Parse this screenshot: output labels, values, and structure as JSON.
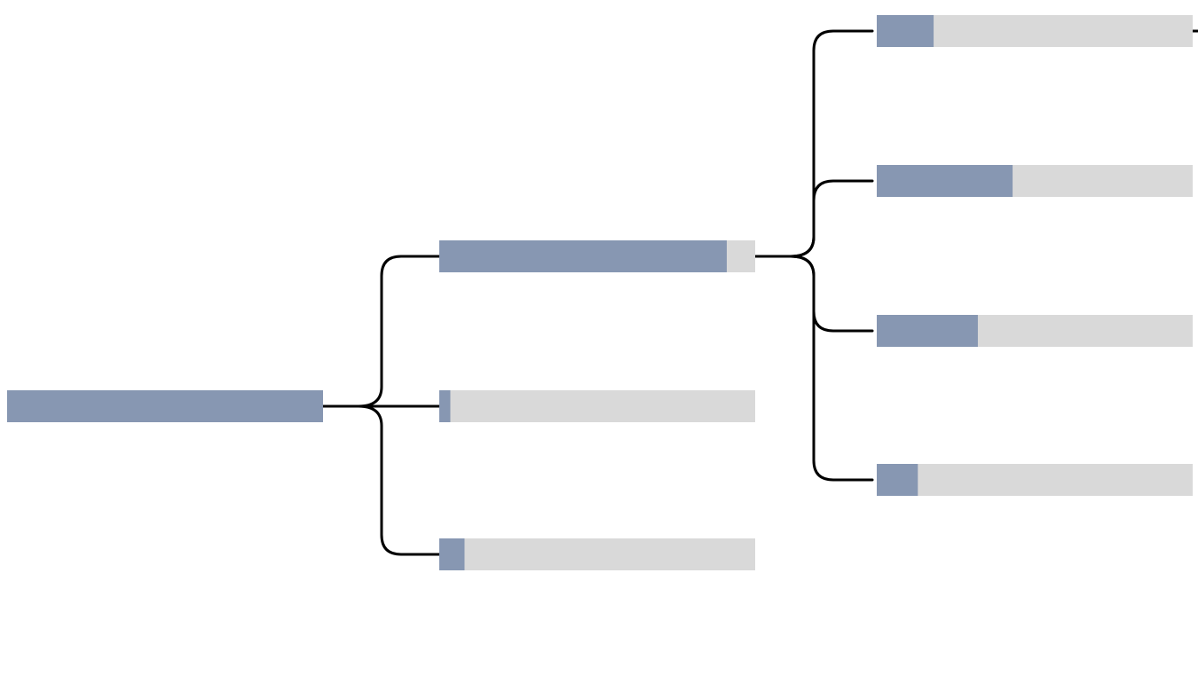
{
  "colors": {
    "fill": "#8797b2",
    "track": "#d9d9d9",
    "connector": "#000000",
    "background": "#ffffff"
  },
  "tree": {
    "root": {
      "fraction": 1.0
    },
    "level1": [
      {
        "fraction": 0.91
      },
      {
        "fraction": 0.035
      },
      {
        "fraction": 0.08
      }
    ],
    "level2": [
      {
        "fraction": 0.18
      },
      {
        "fraction": 0.43
      },
      {
        "fraction": 0.32
      },
      {
        "fraction": 0.13
      }
    ]
  }
}
